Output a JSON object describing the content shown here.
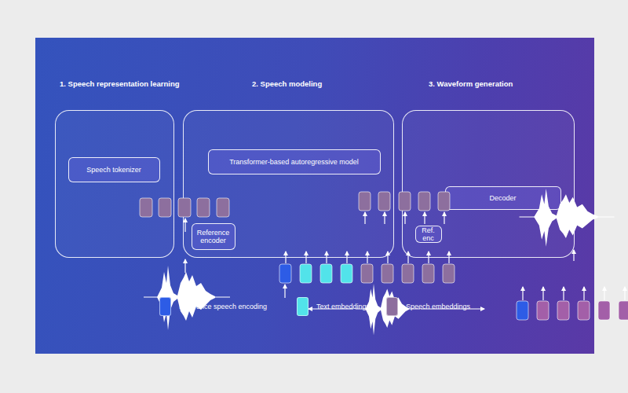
{
  "diagram": {
    "nodes": [
      {
        "text": [
          "1. Speech representation learning"
        ]
      },
      {
        "text": [
          "Speech tokenizer"
        ],
        "in": 0
      },
      {
        "text": [
          "2. Speech modeling"
        ]
      },
      {
        "text": [
          "Transformer-based autoregressive model"
        ],
        "in": 2
      },
      {
        "text": [
          "Reference encoder"
        ],
        "in": 2
      },
      {
        "text": [
          "3. Waveform generation"
        ]
      },
      {
        "text": [
          "Decoder"
        ],
        "in": 5
      },
      {
        "text": [
          "Ref. enc"
        ],
        "in": 5
      }
    ],
    "legend": [
      {
        "text": "Reference speech encoding",
        "color": "#2d5ce6"
      },
      {
        "text": "Text embeddings",
        "color": "#52e3ea"
      },
      {
        "text": "Speech embeddings",
        "color": "#8d6f9e"
      }
    ]
  }
}
